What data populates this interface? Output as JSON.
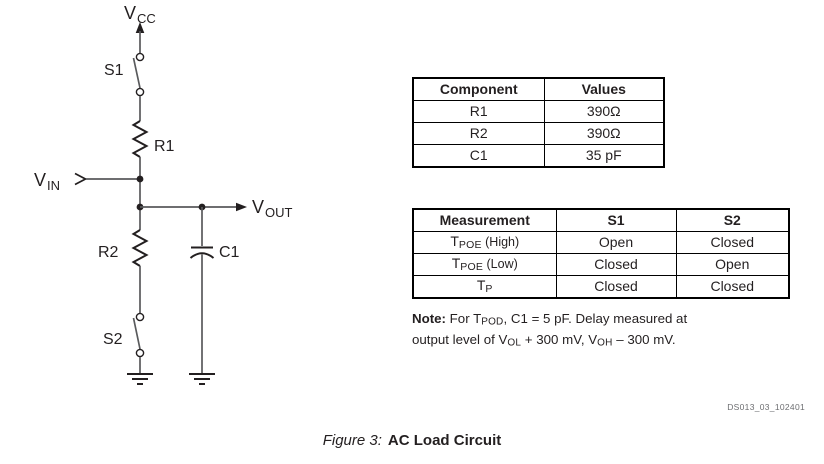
{
  "colors": {
    "line": "#595a5c",
    "ink": "#231f20",
    "border": "#000000",
    "watermark": "#6d6e71"
  },
  "circuit": {
    "labels": {
      "vcc": {
        "base": "V",
        "sub": "CC"
      },
      "s1": "S1",
      "r1": "R1",
      "vin": {
        "base": "V",
        "sub": "IN"
      },
      "vout": {
        "base": "V",
        "sub": "OUT"
      },
      "r2": "R2",
      "c1": "C1",
      "s2": "S2"
    }
  },
  "component_table": {
    "headers": [
      "Component",
      "Values"
    ],
    "rows": [
      [
        "R1",
        "390Ω"
      ],
      [
        "R2",
        "390Ω"
      ],
      [
        "C1",
        "35 pF"
      ]
    ]
  },
  "measurement_table": {
    "headers": [
      "Measurement",
      "S1",
      "S2"
    ],
    "rows": [
      {
        "label": {
          "base": "T",
          "sub": "POE",
          "rest": " (High)"
        },
        "s1": "Open",
        "s2": "Closed"
      },
      {
        "label": {
          "base": "T",
          "sub": "POE",
          "rest": " (Low)"
        },
        "s1": "Closed",
        "s2": "Open"
      },
      {
        "label": {
          "base": "T",
          "sub": "P",
          "rest": ""
        },
        "s1": "Closed",
        "s2": "Closed"
      }
    ]
  },
  "note": {
    "parts": [
      "Note:",
      " For T",
      "POD",
      ", C1 = 5 pF. Delay measured at",
      "output level of V",
      "OL",
      " + 300 mV, V",
      "OH",
      " – 300 mV."
    ]
  },
  "watermark": "DS013_03_102401",
  "caption": {
    "figure": "Figure 3:",
    "title": "AC Load Circuit"
  }
}
